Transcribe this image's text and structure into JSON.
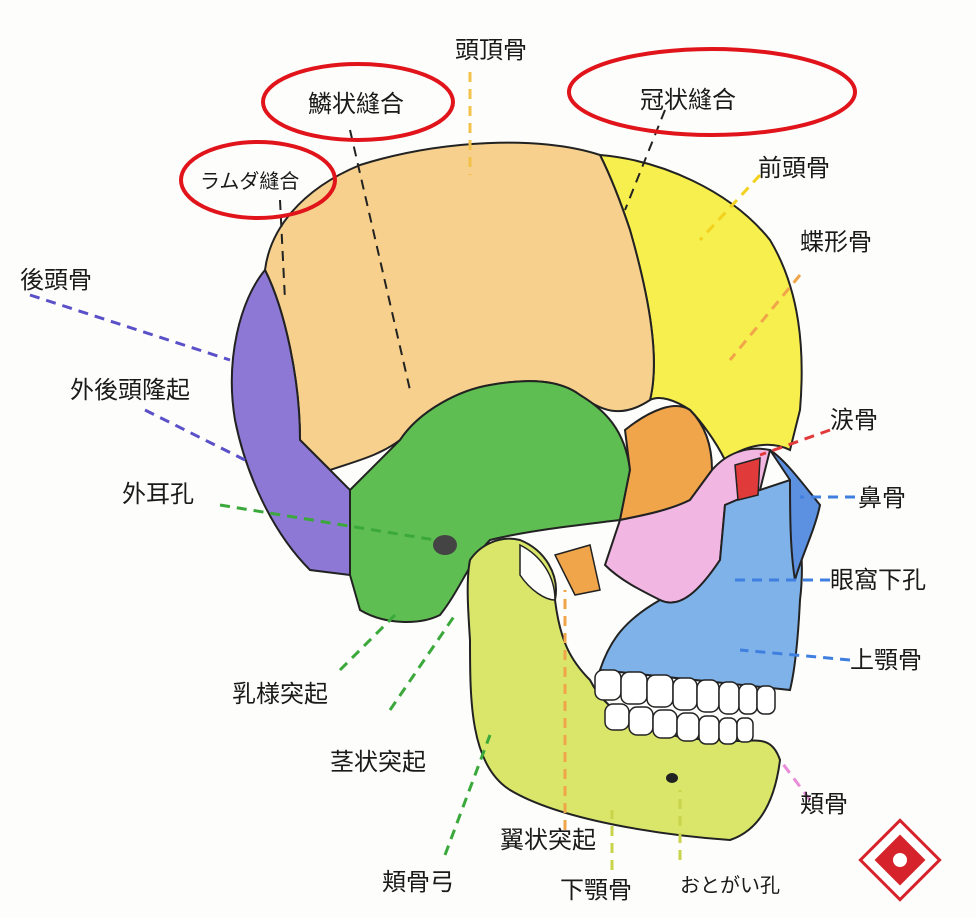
{
  "labels": {
    "tochoukotsu": "頭頂骨",
    "rinjou": "鱗状縫合",
    "kanjou": "冠状縫合",
    "lambda": "ラムダ縫合",
    "zentoukotsu": "前頭骨",
    "chouke": "蝶形骨",
    "koutoukotsu": "後頭骨",
    "gaikoutou": "外後頭隆起",
    "ruikotsu": "涙骨",
    "gaijikou": "外耳孔",
    "bikotsu": "鼻骨",
    "gankaka": "眼窩下孔",
    "jougaku": "上顎骨",
    "nyuyou": "乳様突起",
    "keijou": "茎状突起",
    "kyokotsu_r": "頬骨",
    "yokujou": "翼状突起",
    "kyokotsukyu": "頬骨弓",
    "kagaku": "下顎骨",
    "otogai": "おとがい孔"
  },
  "colors": {
    "parietal": "#f6d08c",
    "frontal": "#f7ef4e",
    "occipital": "#8e78d6",
    "temporal": "#5fbe52",
    "sphenoid": "#f1a54a",
    "zygomatic": "#f2b6e3",
    "maxilla": "#7fb2e8",
    "nasal": "#5c90e0",
    "mandible": "#d9e66a",
    "lacrimal": "#e03a3a",
    "highlight": "#e0141a"
  },
  "icons": {
    "logo": "seal-logo"
  }
}
